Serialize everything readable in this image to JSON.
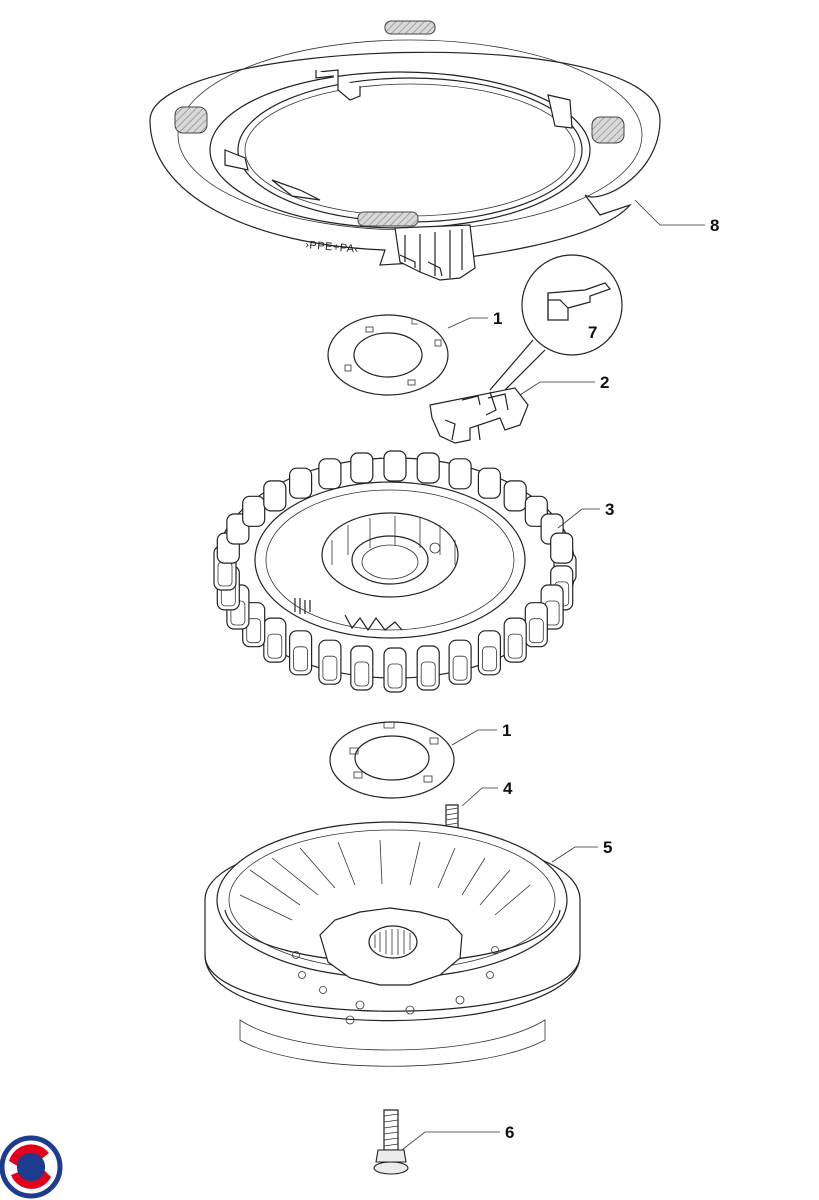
{
  "diagram": {
    "material_stamp": "›PPE+PA‹",
    "callouts": [
      {
        "id": "8",
        "label": "8"
      },
      {
        "id": "1a",
        "label": "1"
      },
      {
        "id": "7",
        "label": "7"
      },
      {
        "id": "2",
        "label": "2"
      },
      {
        "id": "3",
        "label": "3"
      },
      {
        "id": "1b",
        "label": "1"
      },
      {
        "id": "4",
        "label": "4"
      },
      {
        "id": "5",
        "label": "5"
      },
      {
        "id": "6",
        "label": "6"
      }
    ]
  },
  "logo": {
    "icon": "brand-logo-icon",
    "colors": [
      "#e2001a",
      "#1d3c8f"
    ]
  }
}
